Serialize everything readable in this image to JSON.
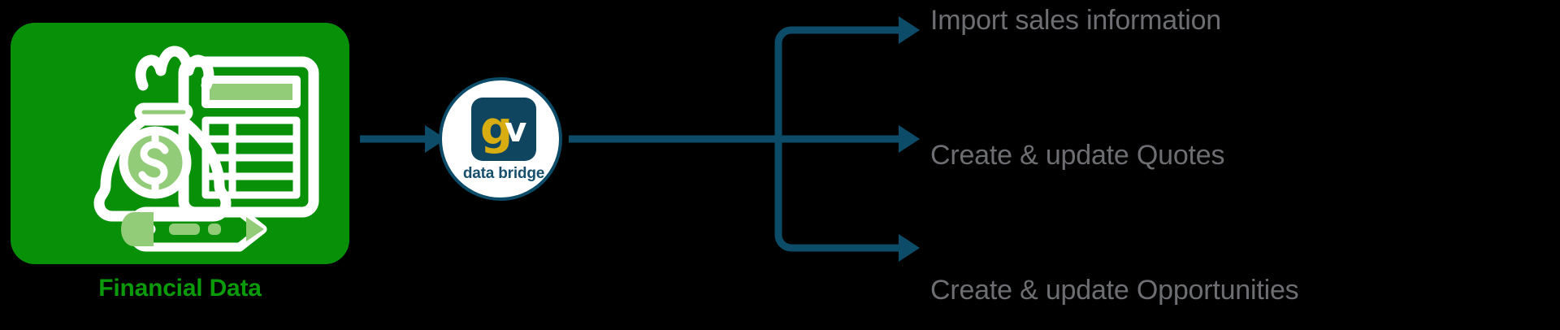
{
  "diagram": {
    "background_color": "#000000",
    "source": {
      "label": "Financial Data",
      "label_color": "#0a9a0a",
      "card_color": "#089108",
      "icon_name": "financial-data-icon",
      "icon_parts": [
        "money-bag",
        "spreadsheet",
        "pencil"
      ]
    },
    "hub": {
      "logo_g": "g",
      "logo_v": "v",
      "logo_text": "data bridge",
      "logo_square_color": "#10455f",
      "logo_g_color": "#d8ad11",
      "logo_v_color": "#ffffff",
      "ring_color": "#0d4c68",
      "circle_fill": "#ffffff"
    },
    "connector_color": "#0d4c68",
    "outputs": [
      {
        "label": "Import sales information"
      },
      {
        "label": "Create & update Quotes"
      },
      {
        "label": "Create & update Opportunities"
      }
    ],
    "output_text_color": "#6d6e71"
  }
}
